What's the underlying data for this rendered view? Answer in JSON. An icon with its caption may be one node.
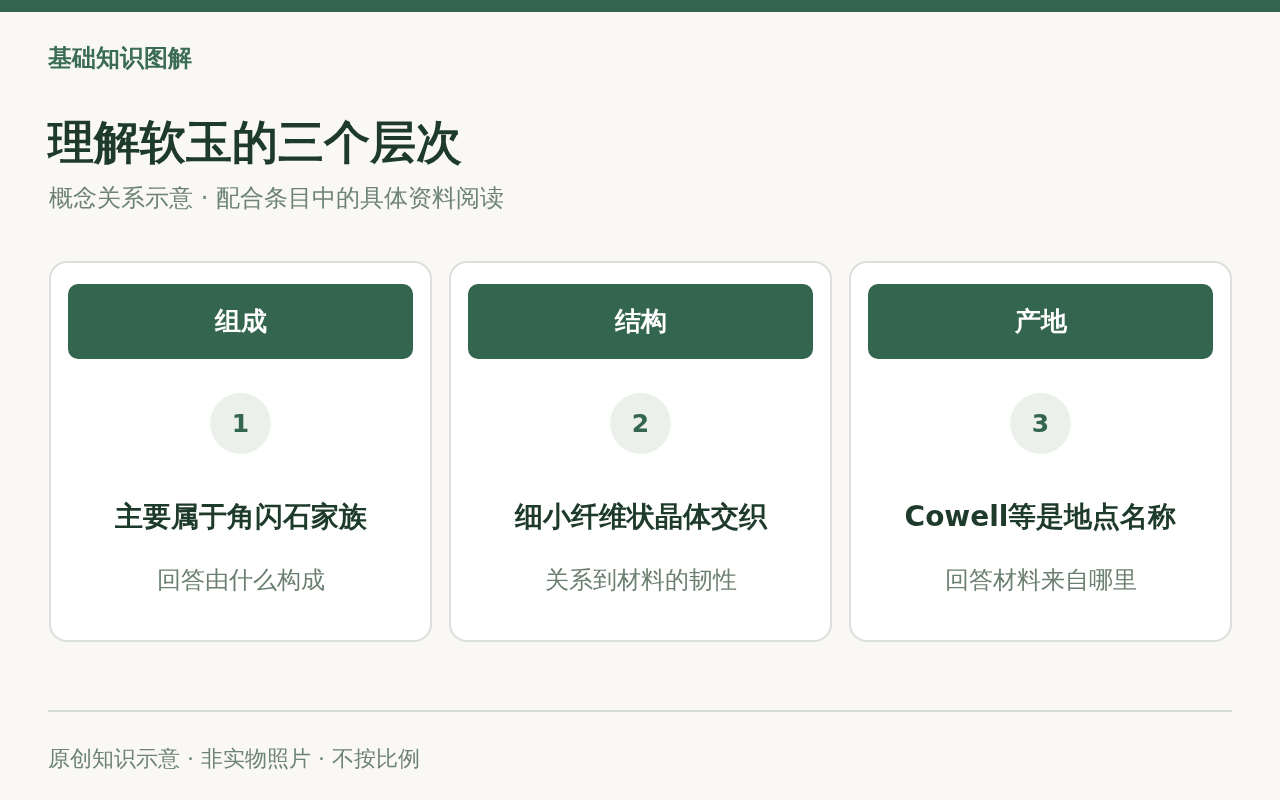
{
  "diagram": {
    "title": "理解软玉的三个层次",
    "nodes": [
      {
        "text": [
          "主要属于角闪石家族",
          "回答由什么构成"
        ]
      },
      {
        "text": [
          "组成"
        ],
        "in": 0
      },
      {
        "text": [
          "1"
        ],
        "in": 0
      },
      {
        "text": [
          "细小纤维状晶体交织",
          "关系到材料的韧性"
        ]
      },
      {
        "text": [
          "结构"
        ],
        "in": 3
      },
      {
        "text": [
          "2"
        ],
        "in": 3
      },
      {
        "text": [
          "Cowell等是地点名称",
          "回答材料来自哪里"
        ]
      },
      {
        "text": [
          "产地"
        ],
        "in": 6
      },
      {
        "text": [
          "3"
        ],
        "in": 6
      }
    ],
    "labels": [
      "基础知识图解",
      "概念关系示意 · 配合条目中的具体资料阅读",
      "原创知识示意 · 非实物照片 · 不按比例"
    ]
  }
}
